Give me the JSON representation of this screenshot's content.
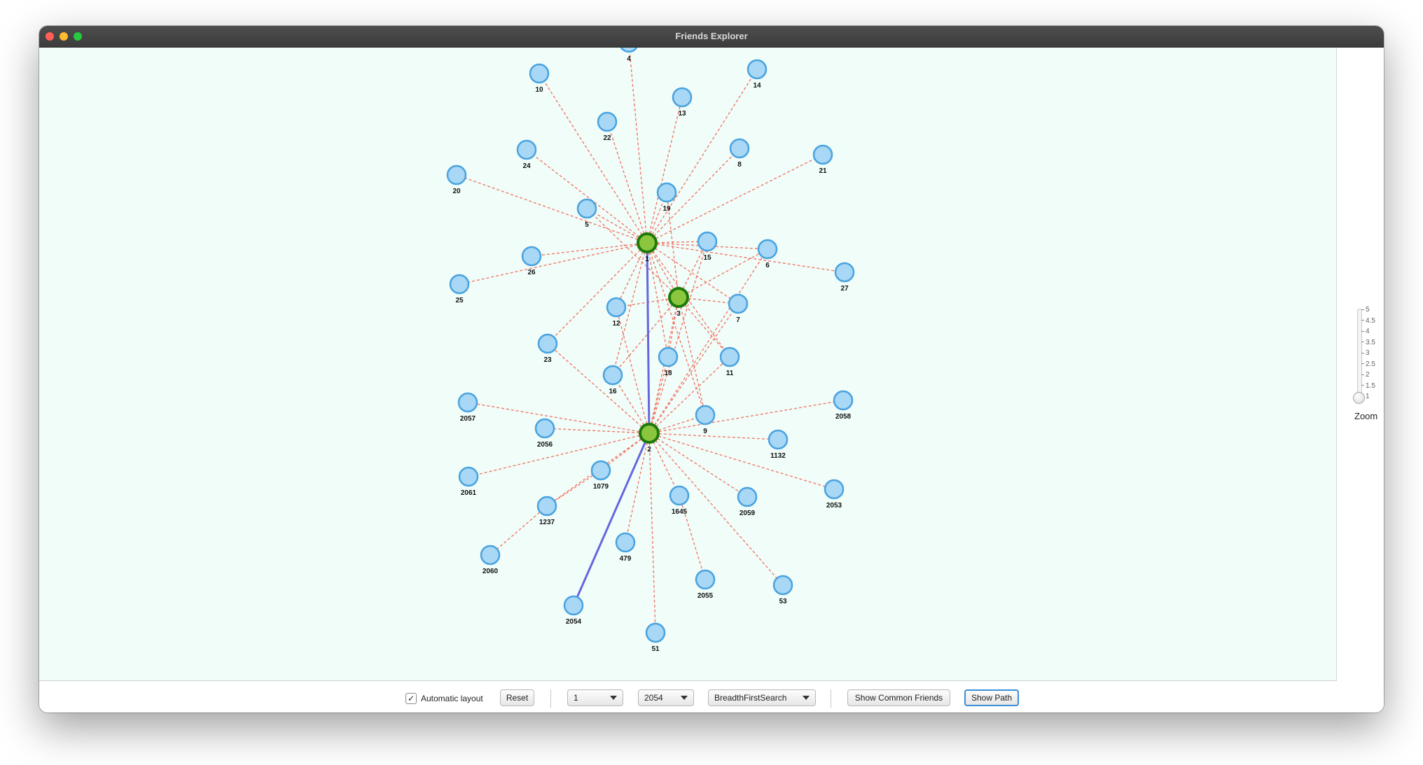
{
  "window": {
    "title": "Friends Explorer"
  },
  "graph": {
    "nodes": [
      {
        "id": "4"
      },
      {
        "id": "10"
      },
      {
        "id": "14"
      },
      {
        "id": "13"
      },
      {
        "id": "22"
      },
      {
        "id": "24"
      },
      {
        "id": "8"
      },
      {
        "id": "21"
      },
      {
        "id": "20"
      },
      {
        "id": "19"
      },
      {
        "id": "5"
      },
      {
        "id": "1",
        "highlighted": true
      },
      {
        "id": "15"
      },
      {
        "id": "6"
      },
      {
        "id": "27"
      },
      {
        "id": "26"
      },
      {
        "id": "25"
      },
      {
        "id": "3",
        "highlighted": true
      },
      {
        "id": "12"
      },
      {
        "id": "7"
      },
      {
        "id": "23"
      },
      {
        "id": "18"
      },
      {
        "id": "11"
      },
      {
        "id": "16"
      },
      {
        "id": "2057"
      },
      {
        "id": "2058"
      },
      {
        "id": "9"
      },
      {
        "id": "2056"
      },
      {
        "id": "2",
        "highlighted": true
      },
      {
        "id": "1132"
      },
      {
        "id": "2061"
      },
      {
        "id": "1079"
      },
      {
        "id": "1645"
      },
      {
        "id": "2059"
      },
      {
        "id": "2053"
      },
      {
        "id": "1237"
      },
      {
        "id": "479"
      },
      {
        "id": "2060"
      },
      {
        "id": "2055"
      },
      {
        "id": "53"
      },
      {
        "id": "2054"
      },
      {
        "id": "51"
      }
    ],
    "edges": [
      [
        "1",
        "4"
      ],
      [
        "1",
        "10"
      ],
      [
        "1",
        "14"
      ],
      [
        "1",
        "13"
      ],
      [
        "1",
        "22"
      ],
      [
        "1",
        "24"
      ],
      [
        "1",
        "8"
      ],
      [
        "1",
        "21"
      ],
      [
        "1",
        "20"
      ],
      [
        "1",
        "19"
      ],
      [
        "1",
        "5"
      ],
      [
        "1",
        "15"
      ],
      [
        "1",
        "6"
      ],
      [
        "1",
        "27"
      ],
      [
        "1",
        "26"
      ],
      [
        "1",
        "25"
      ],
      [
        "1",
        "12"
      ],
      [
        "1",
        "7"
      ],
      [
        "1",
        "23"
      ],
      [
        "1",
        "18"
      ],
      [
        "1",
        "11"
      ],
      [
        "1",
        "16"
      ],
      [
        "1",
        "9"
      ],
      [
        "1",
        "3"
      ],
      [
        "3",
        "5"
      ],
      [
        "3",
        "19"
      ],
      [
        "3",
        "15"
      ],
      [
        "3",
        "6"
      ],
      [
        "3",
        "12"
      ],
      [
        "3",
        "7"
      ],
      [
        "3",
        "18"
      ],
      [
        "3",
        "11"
      ],
      [
        "3",
        "16"
      ],
      [
        "3",
        "9"
      ],
      [
        "3",
        "2"
      ],
      [
        "2",
        "2057"
      ],
      [
        "2",
        "2056"
      ],
      [
        "2",
        "2061"
      ],
      [
        "2",
        "1079"
      ],
      [
        "2",
        "1237"
      ],
      [
        "2",
        "479"
      ],
      [
        "2",
        "1645"
      ],
      [
        "2",
        "2059"
      ],
      [
        "2",
        "2053"
      ],
      [
        "2",
        "53"
      ],
      [
        "2",
        "51"
      ],
      [
        "2",
        "1132"
      ],
      [
        "2",
        "2058"
      ],
      [
        "2",
        "9"
      ],
      [
        "2",
        "18"
      ],
      [
        "2",
        "16"
      ],
      [
        "2",
        "12"
      ],
      [
        "2",
        "23"
      ],
      [
        "2",
        "11"
      ],
      [
        "2",
        "15"
      ],
      [
        "2",
        "6"
      ],
      [
        "2",
        "7"
      ],
      [
        "1645",
        "2055"
      ],
      [
        "1237",
        "2060"
      ],
      [
        "1079",
        "1237"
      ]
    ],
    "path": [
      "1",
      "2",
      "2054"
    ]
  },
  "zoom": {
    "label": "Zoom",
    "ticks": [
      "5",
      "4.5",
      "4",
      "3.5",
      "3",
      "2.5",
      "2",
      "1.5",
      "1"
    ],
    "value": 1
  },
  "toolbar": {
    "auto_layout_label": "Automatic layout",
    "auto_layout_checked": true,
    "reset_label": "Reset",
    "from_value": "1",
    "to_value": "2054",
    "algorithm_value": "BreadthFirstSearch",
    "common_friends_label": "Show Common Friends",
    "show_path_label": "Show Path"
  },
  "colors": {
    "canvas_bg": "#f0fdf9",
    "node_fill": "#a8d8f5",
    "node_stroke": "#4aa3e0",
    "highlight_fill": "#8cc63f",
    "highlight_stroke": "#1d7a0a",
    "edge": "#f26b5b",
    "path": "#6666dd"
  }
}
